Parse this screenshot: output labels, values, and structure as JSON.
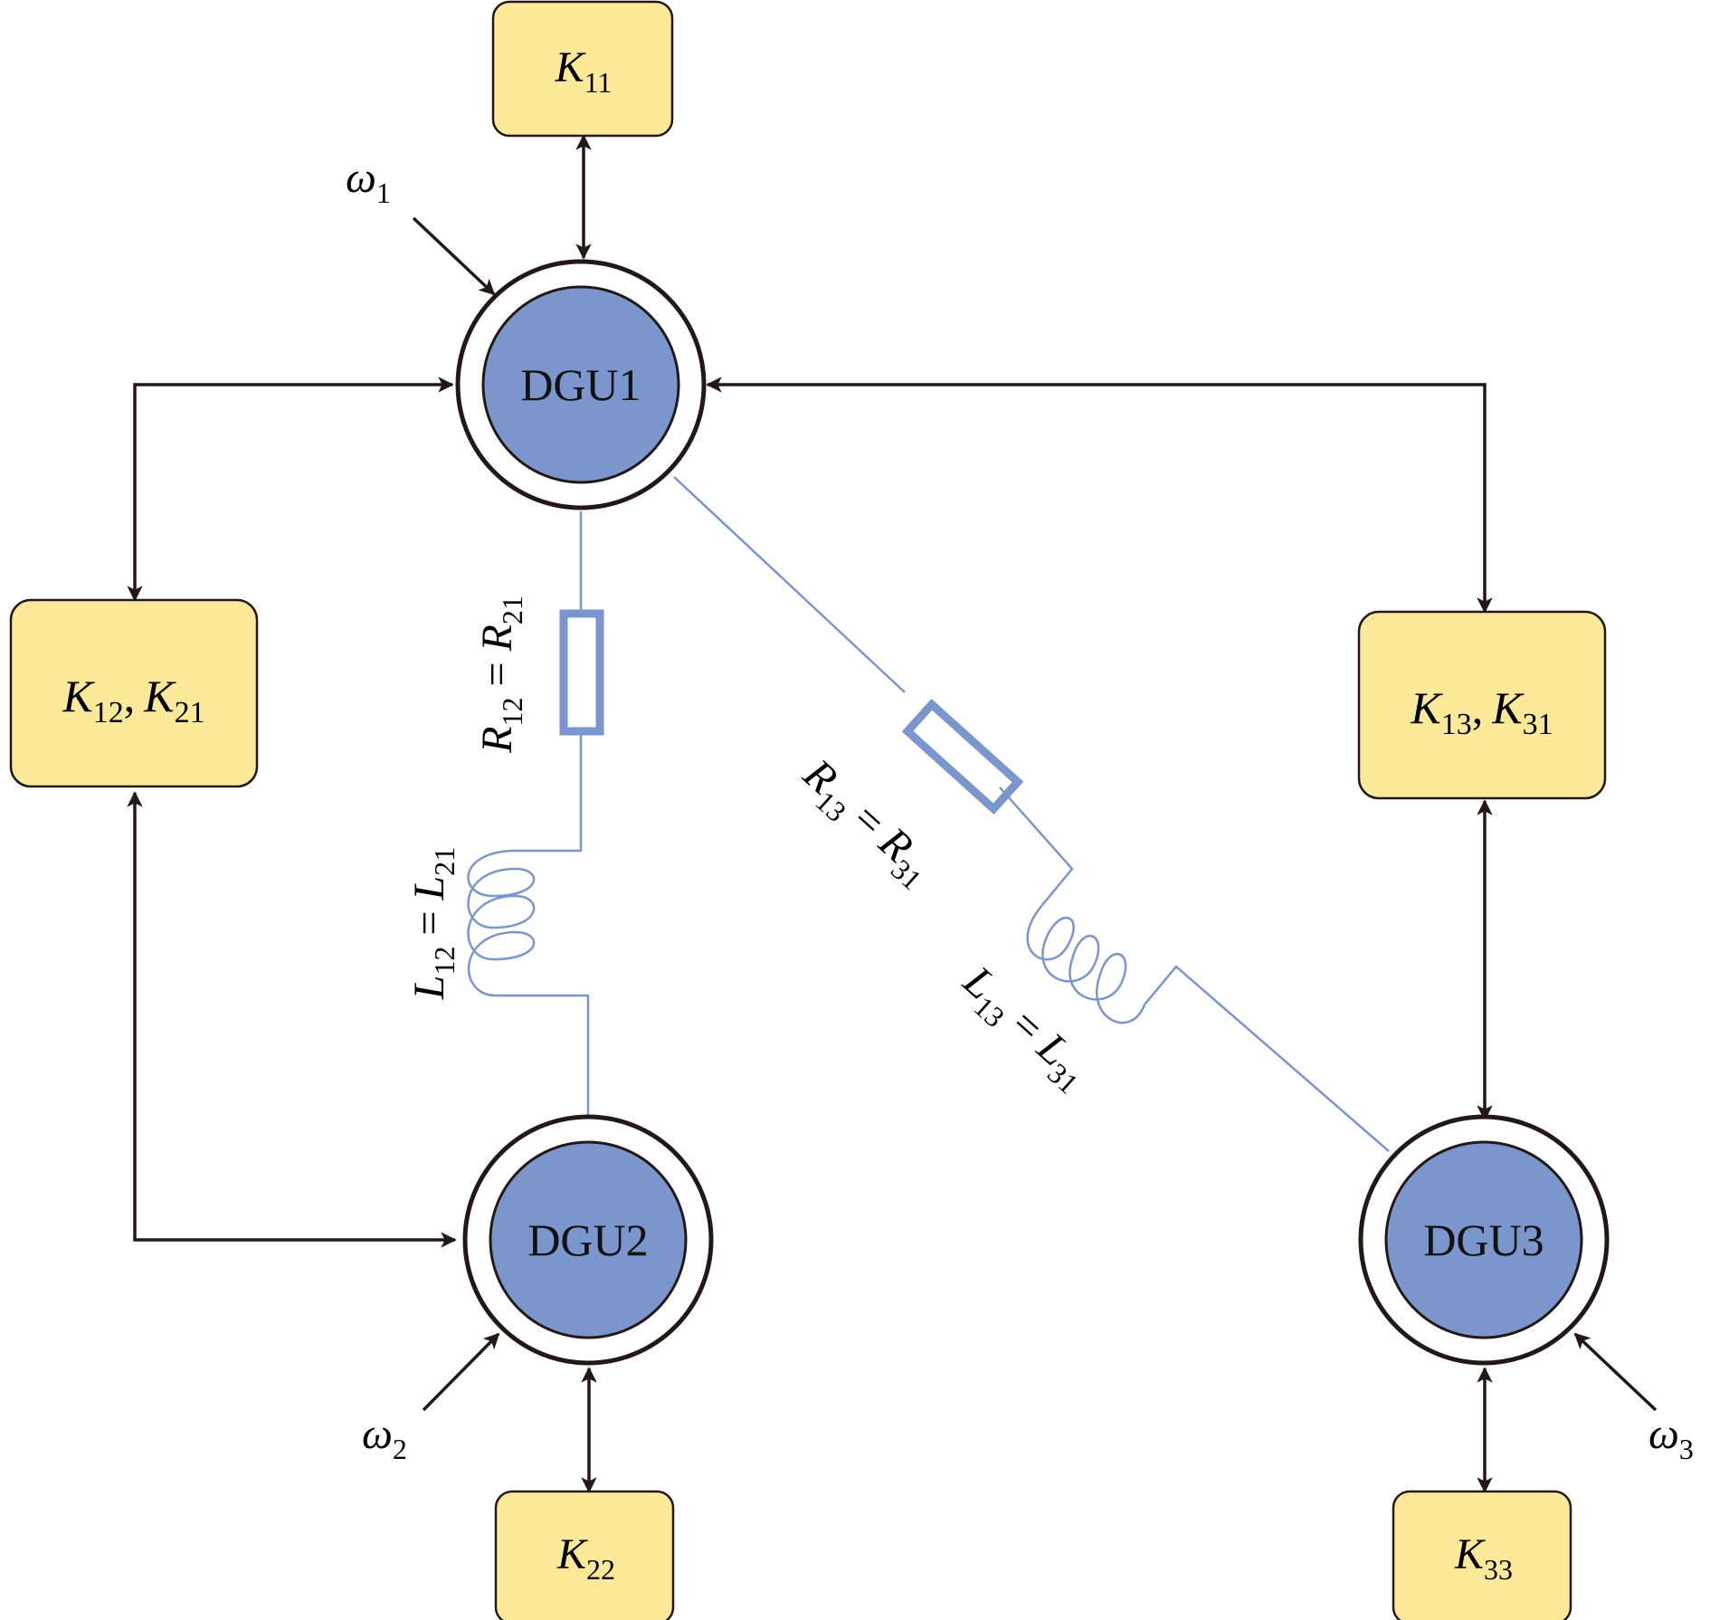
{
  "colors": {
    "box_fill": "#fce899",
    "node_fill": "#7a96cc",
    "line_color": "#7a96cc",
    "arrow_color": "#231815"
  },
  "nodes": [
    {
      "id": "dgu1",
      "label": "DGU1"
    },
    {
      "id": "dgu2",
      "label": "DGU2"
    },
    {
      "id": "dgu3",
      "label": "DGU3"
    }
  ],
  "boxes": {
    "k11": {
      "symbol": "K",
      "sub": "11"
    },
    "k22": {
      "symbol": "K",
      "sub": "22"
    },
    "k33": {
      "symbol": "K",
      "sub": "33"
    },
    "k12": {
      "symbol_a": "K",
      "sub_a": "12",
      "sep": ",",
      "symbol_b": "K",
      "sub_b": "21"
    },
    "k13": {
      "symbol_a": "K",
      "sub_a": "13",
      "sep": ",",
      "symbol_b": "K",
      "sub_b": "31"
    }
  },
  "disturbances": {
    "w1": {
      "symbol": "ω",
      "sub": "1"
    },
    "w2": {
      "symbol": "ω",
      "sub": "2"
    },
    "w3": {
      "symbol": "ω",
      "sub": "3"
    }
  },
  "line_labels": {
    "r12": {
      "a": "R",
      "a_sub": "12",
      "eq": " = ",
      "b": "R",
      "b_sub": "21"
    },
    "l12": {
      "a": "L",
      "a_sub": "12",
      "eq": " = ",
      "b": "L",
      "b_sub": "21"
    },
    "r13": {
      "a": "R",
      "a_sub": "13",
      "eq": " = ",
      "b": "R",
      "b_sub": "31"
    },
    "l13": {
      "a": "L",
      "a_sub": "13",
      "eq": " = ",
      "b": "L",
      "b_sub": "31"
    }
  }
}
